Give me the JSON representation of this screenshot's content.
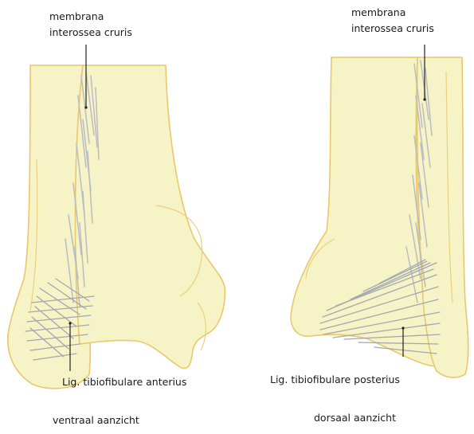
{
  "left_view": {
    "top_label_line1": "membrana",
    "top_label_line2": "interossea cruris",
    "bottom_label": "Lig. tibiofibulare anterius",
    "caption": "ventraal aanzicht"
  },
  "right_view": {
    "top_label_line1": "membrana",
    "top_label_line2": "interossea cruris",
    "bottom_label": "Lig. tibiofibulare posterius",
    "caption": "dorsaal aanzicht"
  }
}
